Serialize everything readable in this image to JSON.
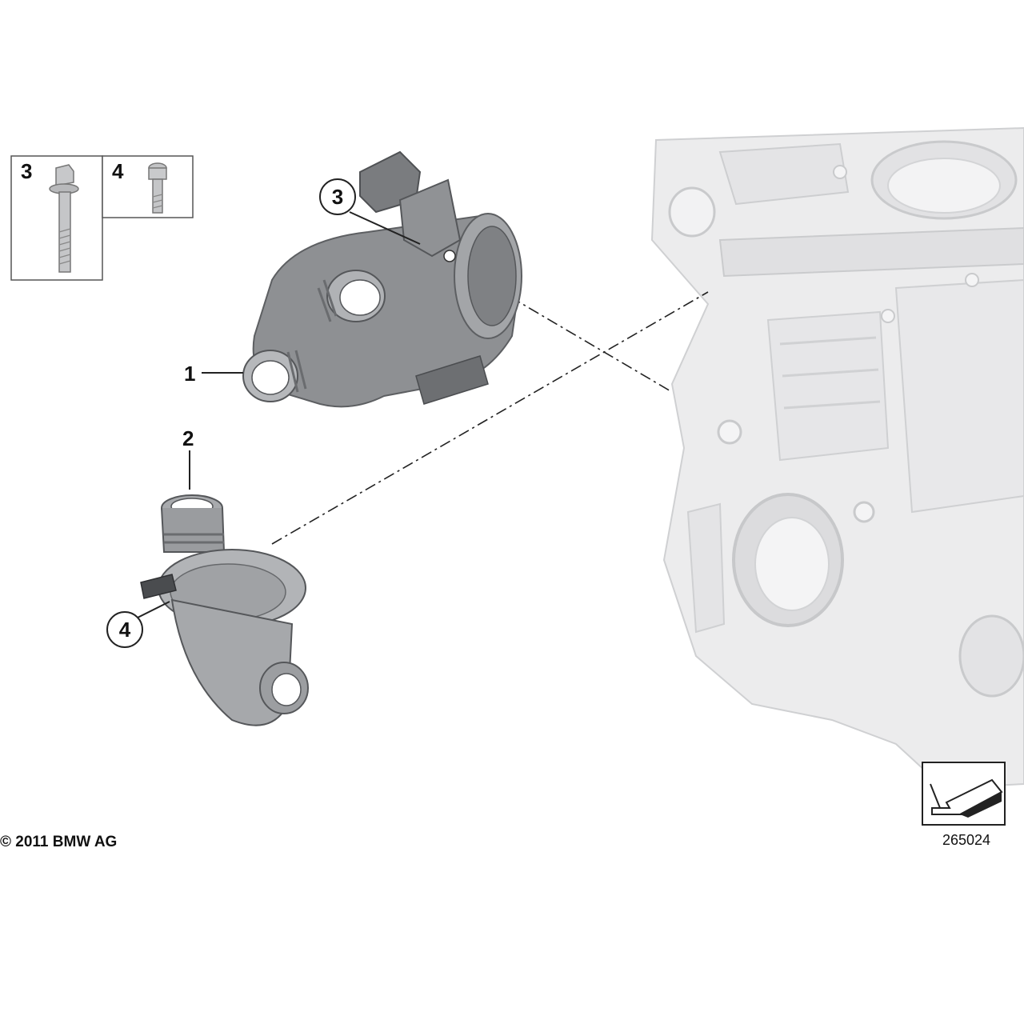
{
  "callouts": {
    "pump": "1",
    "thermostat": "2",
    "pump_bolt": "3",
    "thermostat_bolt": "4"
  },
  "legend": {
    "bolt_a": "3",
    "bolt_b": "4"
  },
  "copyright": "© 2011 BMW AG",
  "diagram_number": "265024",
  "colors": {
    "part_gray": "#8e9093",
    "part_dark": "#5f6164",
    "block_fill": "#e9e9ea",
    "block_edge": "#c9cacc",
    "line": "#222222"
  }
}
